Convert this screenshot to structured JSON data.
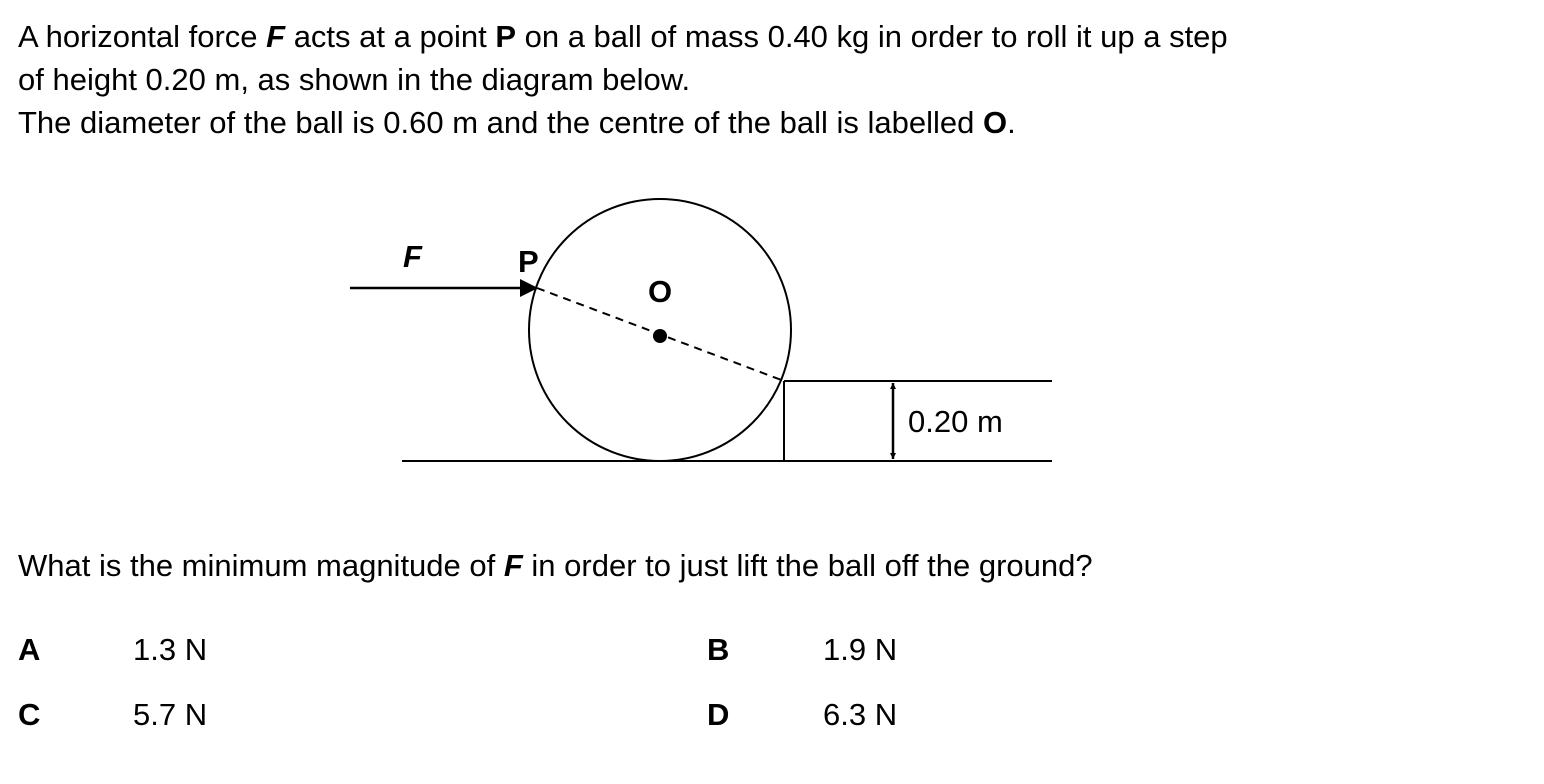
{
  "stem": {
    "line1_a": "A horizontal force ",
    "line1_F": "F",
    "line1_b": " acts at a point ",
    "line1_P": "P",
    "line1_c": " on a ball of mass 0.40 kg in order to roll it up a step",
    "line2": "of height 0.20 m, as shown in the diagram below.",
    "line3_a": "The diameter of the ball is 0.60 m and the centre of the ball is labelled ",
    "line3_O": "O",
    "line3_b": "."
  },
  "diagram": {
    "force_label": "F",
    "point_label": "P",
    "centre_label": "O",
    "step_height_label": "0.20 m"
  },
  "question": {
    "a": "What is the minimum magnitude of ",
    "F": "F",
    "b": " in order to just lift the ball off the ground?"
  },
  "options": [
    {
      "letter": "A",
      "value": "1.3 N"
    },
    {
      "letter": "B",
      "value": "1.9 N"
    },
    {
      "letter": "C",
      "value": "5.7 N"
    },
    {
      "letter": "D",
      "value": "6.3 N"
    }
  ]
}
